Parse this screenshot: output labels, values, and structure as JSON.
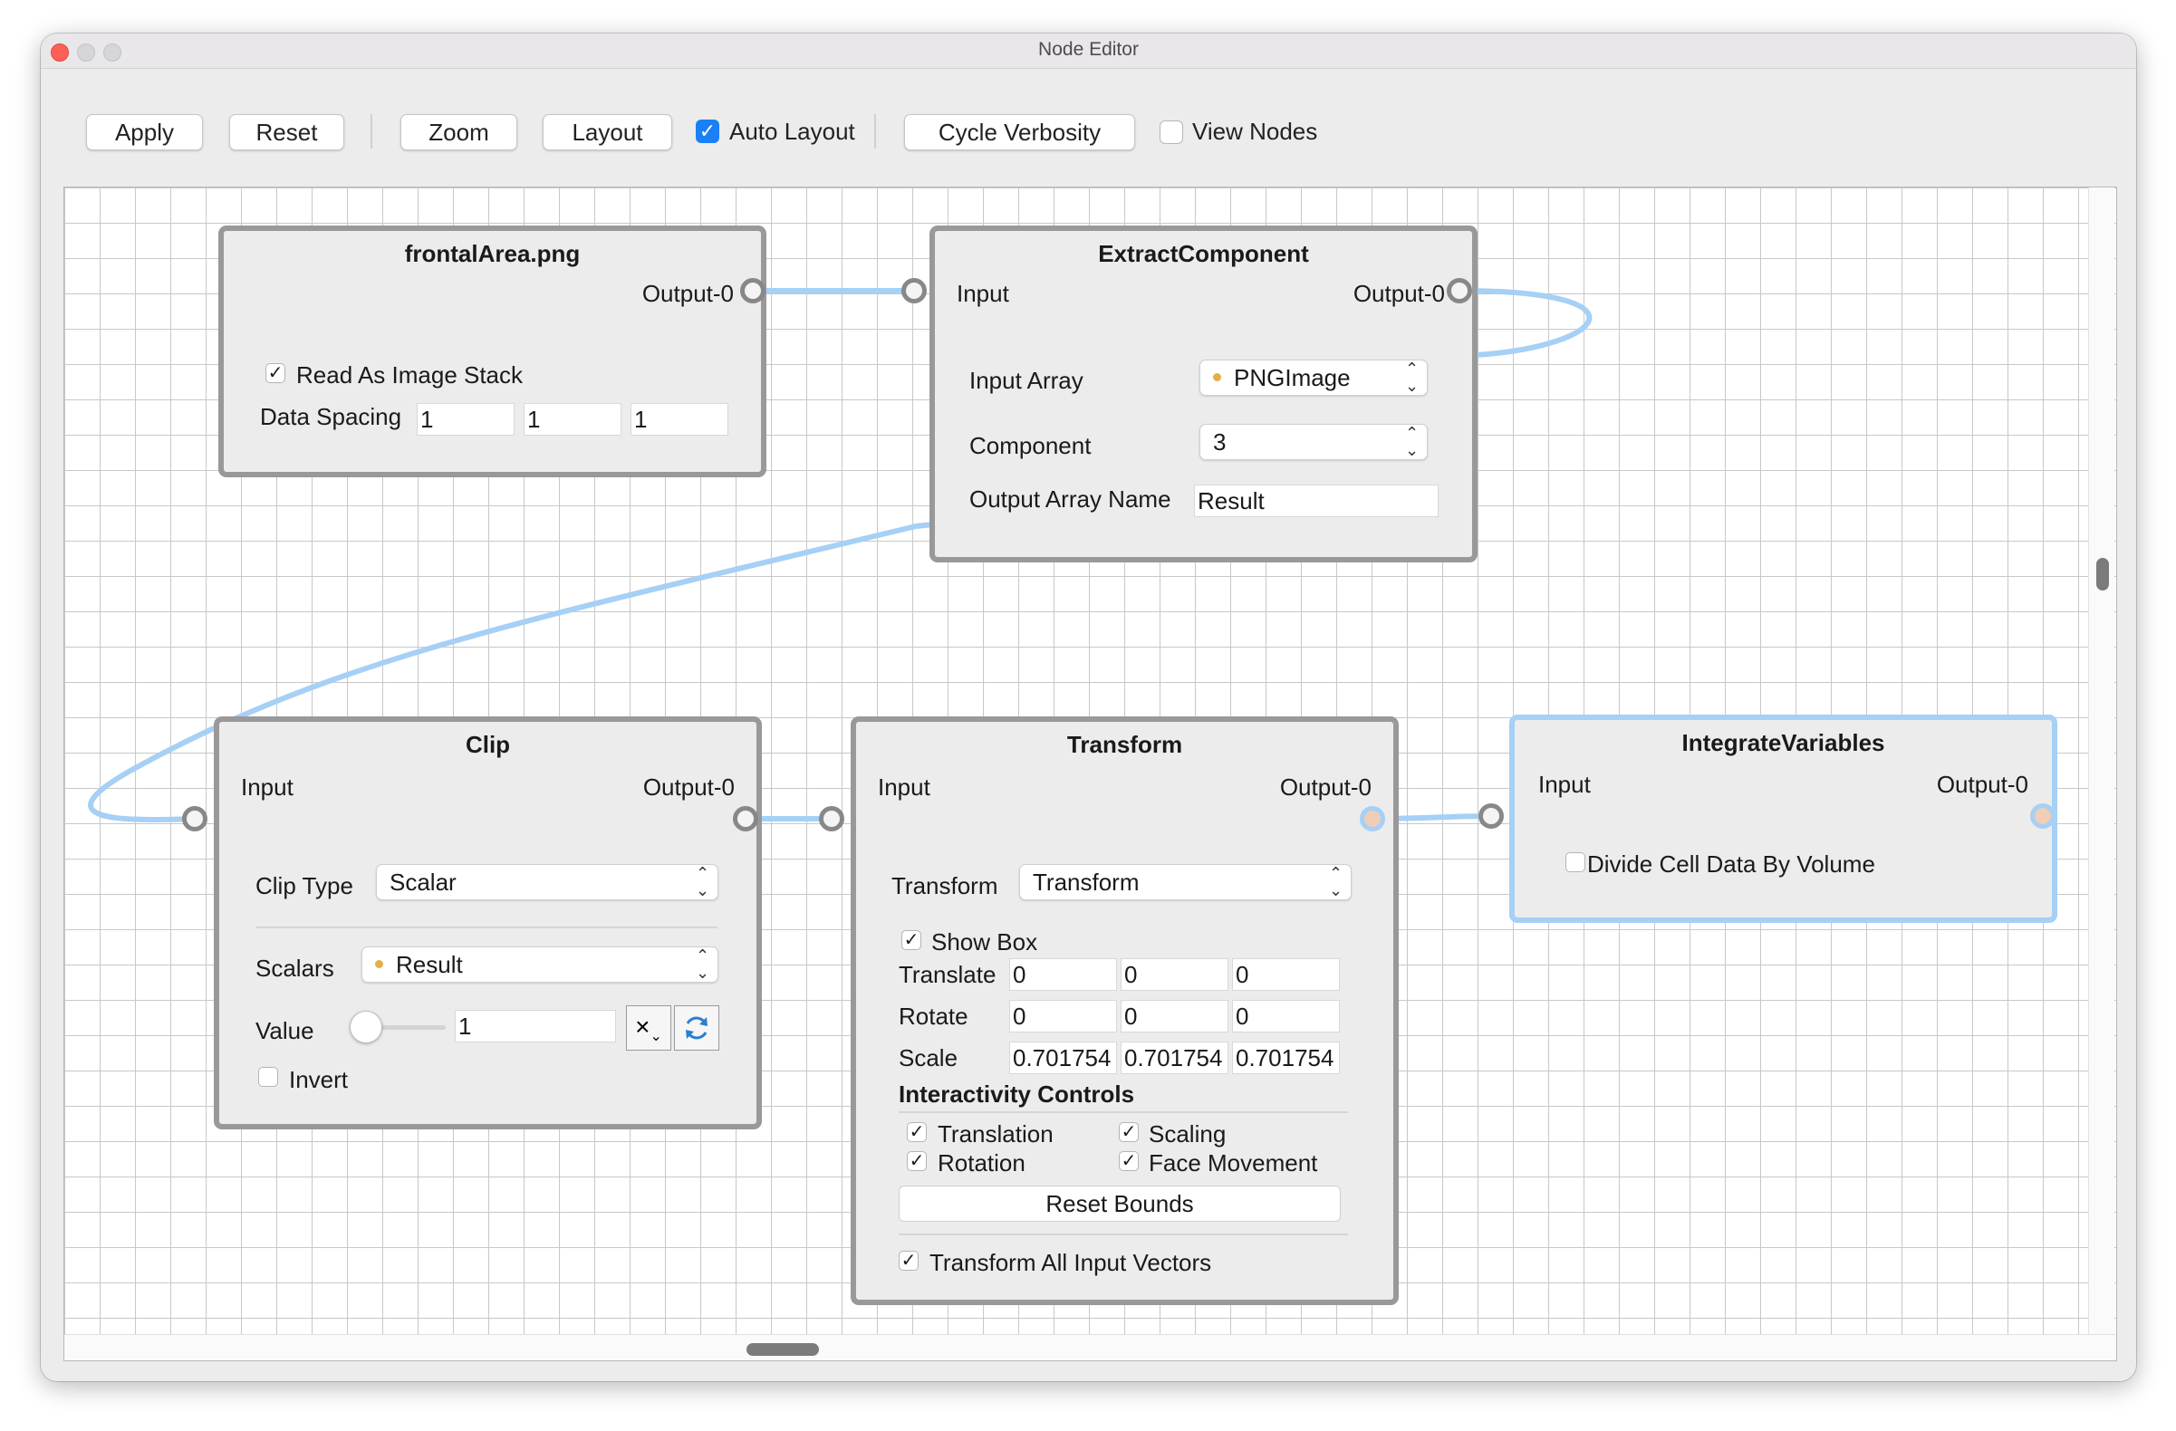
{
  "window": {
    "title": "Node Editor"
  },
  "toolbar": {
    "apply": "Apply",
    "reset": "Reset",
    "zoom": "Zoom",
    "layout": "Layout",
    "auto_layout": {
      "label": "Auto Layout",
      "checked": true
    },
    "cycle_verbosity": "Cycle Verbosity",
    "view_nodes": {
      "label": "View Nodes",
      "checked": false
    }
  },
  "nodes": {
    "reader": {
      "title": "frontalArea.png",
      "output": "Output-0",
      "read_as_stack_label": "Read As Image Stack",
      "read_as_stack_checked": true,
      "data_spacing_label": "Data Spacing",
      "spacing": [
        "1",
        "1",
        "1"
      ]
    },
    "extract": {
      "title": "ExtractComponent",
      "input": "Input",
      "output": "Output-0",
      "input_array_label": "Input Array",
      "input_array_value": "PNGImage",
      "component_label": "Component",
      "component_value": "3",
      "output_name_label": "Output Array Name",
      "output_name_value": "Result"
    },
    "clip": {
      "title": "Clip",
      "input": "Input",
      "output": "Output-0",
      "clip_type_label": "Clip Type",
      "clip_type_value": "Scalar",
      "scalars_label": "Scalars",
      "scalars_value": "Result",
      "value_label": "Value",
      "value": "1",
      "invert_label": "Invert",
      "invert_checked": false
    },
    "transform": {
      "title": "Transform",
      "input": "Input",
      "output": "Output-0",
      "transform_label": "Transform",
      "transform_value": "Transform",
      "show_box_label": "Show Box",
      "translate_label": "Translate",
      "translate": [
        "0",
        "0",
        "0"
      ],
      "rotate_label": "Rotate",
      "rotate": [
        "0",
        "0",
        "0"
      ],
      "scale_label": "Scale",
      "scale": [
        "0.701754",
        "0.701754",
        "0.701754"
      ],
      "interactivity_heading": "Interactivity Controls",
      "translation_label": "Translation",
      "scaling_label": "Scaling",
      "rotation_label": "Rotation",
      "face_movement_label": "Face Movement",
      "reset_bounds": "Reset Bounds",
      "transform_all_label": "Transform All Input Vectors"
    },
    "integrate": {
      "title": "IntegrateVariables",
      "input": "Input",
      "output": "Output-0",
      "divide_label": "Divide Cell Data By Volume",
      "divide_checked": false
    }
  },
  "colors": {
    "link": "#a6d0f5",
    "node_border": "#999999",
    "selected_border": "#a6d0f5",
    "checkbox_accent": "#1b7ff5",
    "array_dot": "#e2b046"
  }
}
